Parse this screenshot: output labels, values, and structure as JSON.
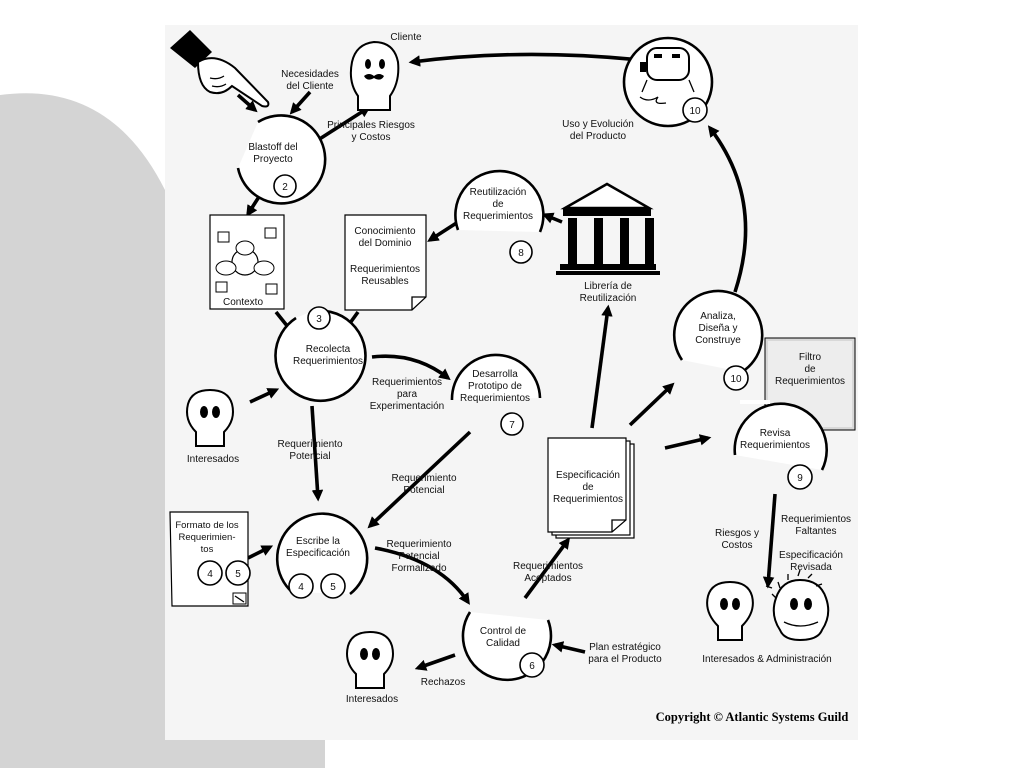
{
  "colors": {
    "background": "#ffffff",
    "side_shape": "#d4d4d4",
    "diagram_bg": "#f5f5f5",
    "ink": "#000000"
  },
  "actors": {
    "cliente": "Cliente",
    "interesados_left": "Interesados",
    "interesados_bottom": "Interesados",
    "interesados_admin": "Interesados & Administración"
  },
  "processes": {
    "blastoff": {
      "line1": "Blastoff del",
      "line2": "Proyecto",
      "num": "2"
    },
    "recolecta": {
      "line1": "Recolecta",
      "line2": "Requerimientos",
      "num": "3"
    },
    "escribe": {
      "line1": "Escribe la",
      "line2": "Especificación",
      "num_a": "4",
      "num_b": "5"
    },
    "prototipo": {
      "line1": "Desarrolla",
      "line2": "Prototipo de",
      "line3": "Requerimientos",
      "num": "7"
    },
    "reutilizacion": {
      "line1": "Reutilización",
      "line2": "de",
      "line3": "Requerimientos",
      "num": "8"
    },
    "control": {
      "line1": "Control de",
      "line2": "Calidad",
      "num": "6"
    },
    "analiza": {
      "line1": "Analiza,",
      "line2": "Diseña y",
      "line3": "Construye",
      "num": "10"
    },
    "revisa": {
      "line1": "Revisa",
      "line2": "Requerimientos",
      "num": "9"
    },
    "uso": {
      "line1": "Uso y Evolución",
      "line2": "del Producto",
      "num": "10"
    }
  },
  "documents": {
    "contexto": "Contexto",
    "conocimiento": {
      "line1": "Conocimiento",
      "line2": "del Dominio",
      "line3": "Requerimientos",
      "line4": "Reusables"
    },
    "formato": {
      "line1": "Formato de los",
      "line2": "Requerimien-",
      "line3": "tos",
      "num_a": "4",
      "num_b": "5"
    },
    "especificacion": {
      "line1": "Especificación",
      "line2": "de",
      "line3": "Requerimientos"
    },
    "filtro": {
      "line1": "Filtro",
      "line2": "de",
      "line3": "Requerimientos"
    },
    "libreria": {
      "line1": "Librería de",
      "line2": "Reutilización"
    }
  },
  "flows": {
    "necesidades": {
      "line1": "Necesidades",
      "line2": "del Cliente"
    },
    "riesgos_costos": {
      "line1": "Principales Riesgos",
      "line2": "y Costos"
    },
    "req_experimentacion": {
      "line1": "Requerimientos",
      "line2": "para",
      "line3": "Experimentación"
    },
    "req_potencial_1": {
      "line1": "Requerimiento",
      "line2": "Potencial"
    },
    "req_potencial_2": {
      "line1": "Requerimiento",
      "line2": "Potencial"
    },
    "req_formalizado": {
      "line1": "Requerimiento",
      "line2": "Potencial",
      "line3": "Formalizado"
    },
    "req_aceptados": {
      "line1": "Requerimientos",
      "line2": "Aceptados"
    },
    "rechazos": "Rechazos",
    "plan": {
      "line1": "Plan estratégico",
      "line2": "para el Producto"
    },
    "riesgos_y_costos": {
      "line1": "Riesgos y",
      "line2": "Costos"
    },
    "faltantes": {
      "line1": "Requerimientos",
      "line2": "Faltantes"
    },
    "revisada": {
      "line1": "Especificación",
      "line2": "Revisada"
    }
  },
  "copyright": "Copyright © Atlantic Systems Guild"
}
